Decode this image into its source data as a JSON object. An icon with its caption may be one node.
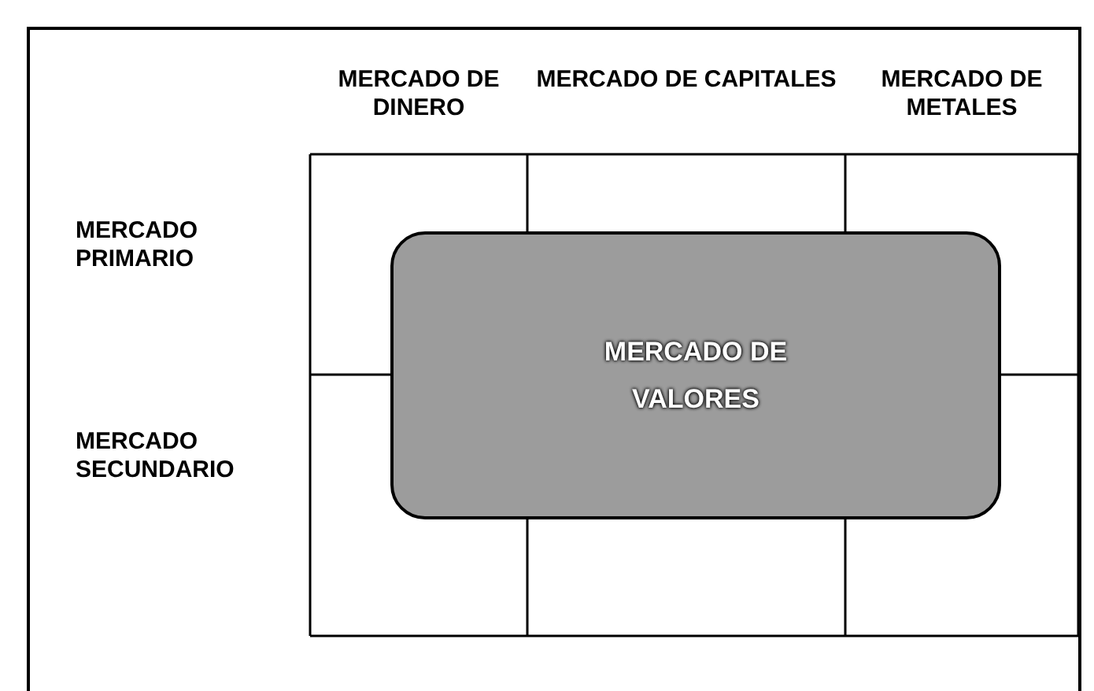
{
  "diagram": {
    "nodes": [
      {
        "text": [
          "MERCADO DE VALORES"
        ]
      }
    ],
    "edges": [],
    "labels": [
      "MERCADO DE DINERO",
      "MERCADO DE CAPITALES",
      "MERCADO DE METALES",
      "MERCADO PRIMARIO",
      "MERCADO SECUNDARIO"
    ]
  }
}
